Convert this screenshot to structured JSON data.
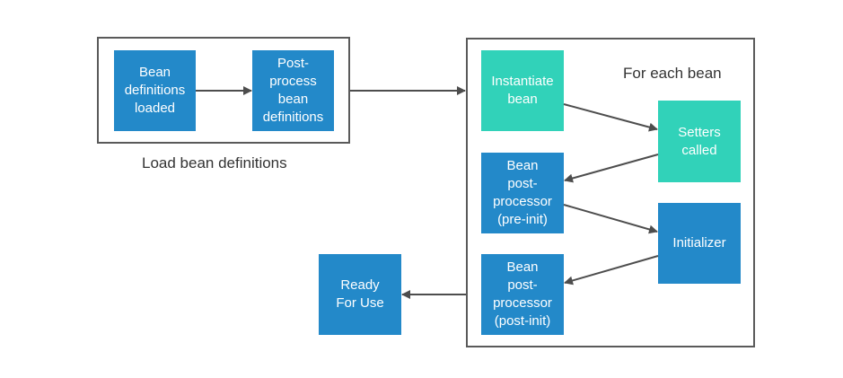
{
  "diagram": {
    "load_group_label": "Load bean definitions",
    "each_bean_label": "For each bean",
    "nodes": {
      "bean_definitions_loaded": "Bean\ndefinitions\nloaded",
      "post_process": "Post-\nprocess\nbean\ndefinitions",
      "instantiate": "Instantiate\nbean",
      "setters": "Setters\ncalled",
      "bpp_pre": "Bean\npost-\nprocessor\n(pre-init)",
      "initializer": "Initializer",
      "bpp_post": "Bean\npost-\nprocessor\n(post-init)",
      "ready": "Ready\nFor Use"
    },
    "colors": {
      "blue": "#2389c9",
      "teal": "#31d2b9",
      "frame": "#5a5a5a",
      "arrow": "#4d4d4d"
    }
  }
}
